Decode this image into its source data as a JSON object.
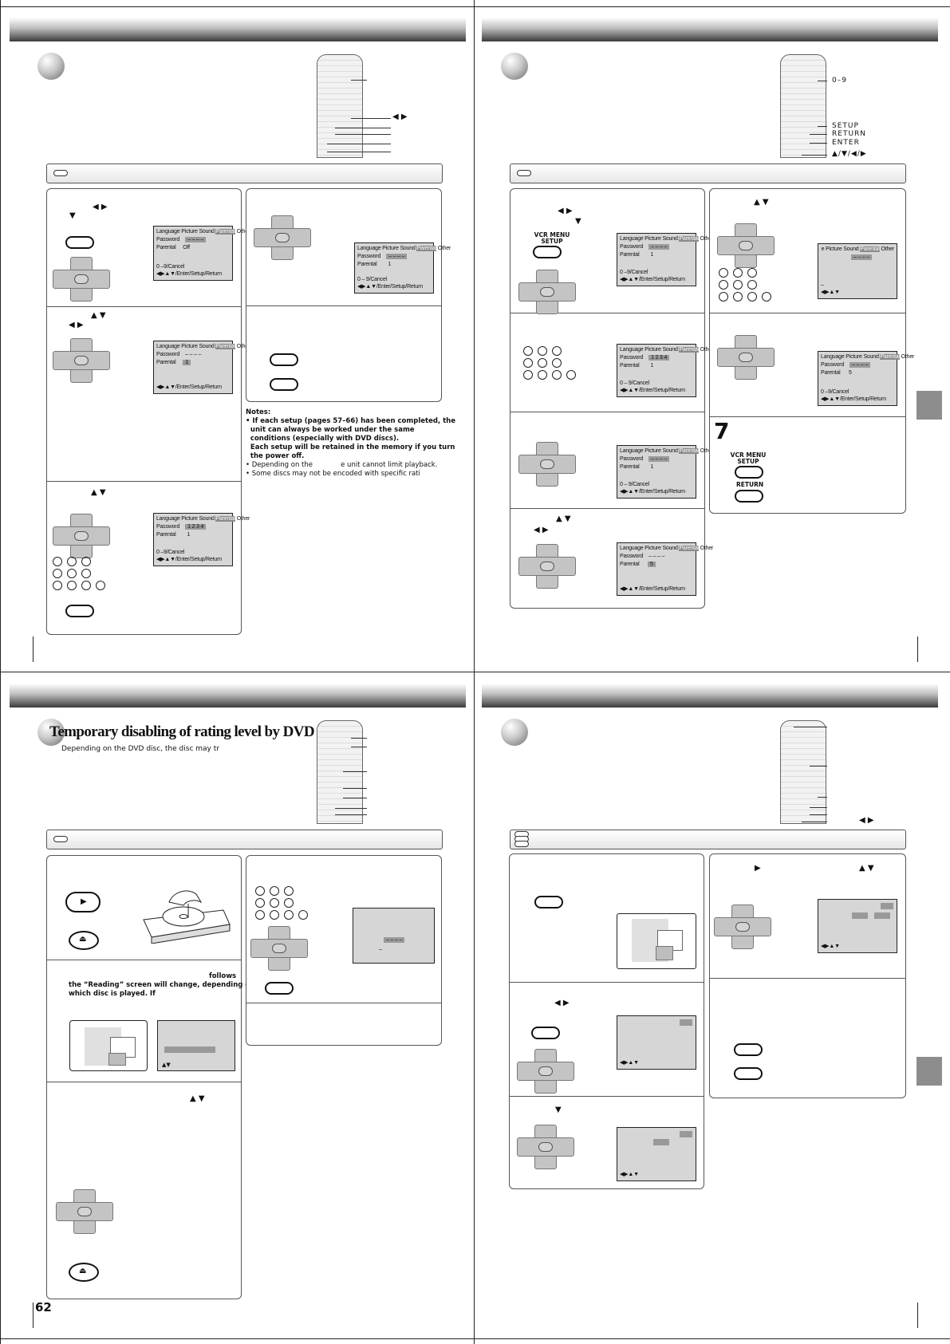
{
  "page_number": "62",
  "quad_tr": {
    "remote_labels": [
      "0–9",
      "SETUP",
      "RETURN",
      "ENTER",
      "▲/▼/◀/▶"
    ],
    "vcr_menu_label": "VCR MENU\nSETUP",
    "step7_number": "7",
    "step7_btn1": "VCR MENU\nSETUP",
    "step7_btn2": "RETURN"
  },
  "quad_bl": {
    "title": "Temporary disabling of rating level by DVD disc",
    "subtitle": "Depending on the DVD disc, the disc may tr",
    "reading_text_1": "follows",
    "reading_text_2": "the “Reading” screen will change, depending on",
    "reading_text_3": "which disc is played. If"
  },
  "notes": {
    "heading": "Notes:",
    "n1": "If each setup (pages 57–66) has been completed, the",
    "n1b": "unit can always be worked under the same",
    "n1c": "conditions (especially with DVD discs).",
    "n1d": "Each setup will be retained in the memory if you turn",
    "n1e": "the power off.",
    "n2a": "Depending on the",
    "n2b": "e unit cannot limit playback.",
    "n3": "Some discs may not be encoded with specific rati"
  },
  "osd": {
    "menu_items": [
      "Language",
      "Picture",
      "Sound",
      "Parental",
      "Other"
    ],
    "menu_partial": [
      "e Picture",
      "Sound",
      "Parental",
      "Other"
    ],
    "password_label": "Password",
    "parental_label": "Parental",
    "val_off": "Off",
    "val_1": "1",
    "val_5": "5",
    "val_pw_blank": "– – – –",
    "val_pw_entered": "1 2 3 4",
    "foot_cancel_a": "0 –9/Cancel",
    "foot_cancel_b": "0 – 9/Cancel",
    "foot_nav": "◀▶▲▼/Enter/Setup/Return",
    "foot_arrows": "◀▶▲▼",
    "foot_updown": "▲▼",
    "underscore": "–"
  },
  "arrows": {
    "left_right": "◀  ▶",
    "up_down": "▲  ▼",
    "left": "◀",
    "right": "▶",
    "up": "▲",
    "down": "▼",
    "play": "▶",
    "eject": "⏏"
  }
}
